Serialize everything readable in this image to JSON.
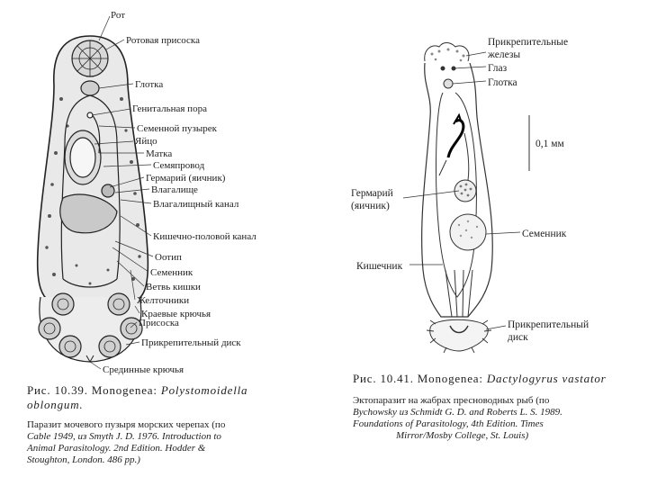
{
  "left_figure": {
    "labels": [
      "Рот",
      "Ротовая присоска",
      "Глотка",
      "Генитальная пора",
      "Семенной пузырек",
      "Яйцо",
      "Матка",
      "Семяпровод",
      "Гермарий (яичник)",
      "Влагалище",
      "Влагалищный канал",
      "Кишечно-половой канал",
      "Оотип",
      "Семенник",
      "Ветвь кишки",
      "Желточники",
      "Краевые крючья",
      "Присоска",
      "Прикрепительный диск",
      "Срединные крючья"
    ],
    "caption_title": "Рис. 10.39. Monogenea: Polystomoidella oblongum.",
    "caption_title_plain": "Рис. 10.39. Monogenea: ",
    "caption_title_italic": "Polystomoidella oblongum.",
    "caption_lines": [
      "Паразит мочевого пузыря морских черепах (по",
      "Cable 1949, из Smyth J. D. 1976. Introduction to",
      "Animal Parasitology. 2nd Edition. Hodder &",
      "Stoughton, London. 486 pp.)"
    ]
  },
  "right_figure": {
    "labels": [
      "Прикрепительные",
      "железы",
      "Глаз",
      "Глотка",
      "0,1 мм",
      "Гермарий",
      "(яичник)",
      "Семенник",
      "Кишечник",
      "Прикрепительный",
      "диск"
    ],
    "caption_title_plain": "Рис. 10.41. Monogenea: ",
    "caption_title_italic": "Dactylogyrus vastator",
    "caption_lines": [
      "Эктопаразит на жабрах пресноводных рыб (по",
      "Bychowsky из Schmidt G. D. and Roberts L. S. 1989.",
      "Foundations of Parasitology, 4th Edition. Times",
      "Mirror/Mosby College, St. Louis)"
    ]
  }
}
